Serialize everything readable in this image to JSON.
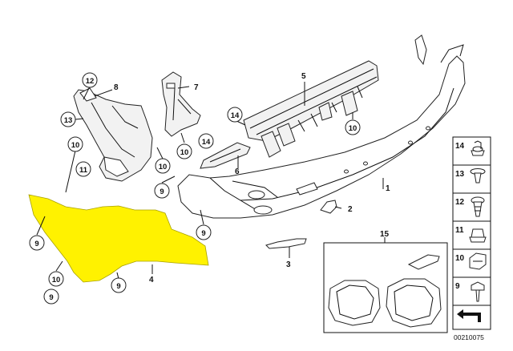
{
  "diagram": {
    "highlight_color": "#fff200",
    "line_color": "#111111",
    "plain_labels": [
      {
        "key": "l1",
        "text": "1"
      },
      {
        "key": "l2",
        "text": "2"
      },
      {
        "key": "l3",
        "text": "3"
      },
      {
        "key": "l4",
        "text": "4"
      },
      {
        "key": "l5",
        "text": "5"
      },
      {
        "key": "l6",
        "text": "6"
      },
      {
        "key": "l7",
        "text": "7"
      },
      {
        "key": "l8",
        "text": "8"
      },
      {
        "key": "l15",
        "text": "15"
      }
    ],
    "bubbles": [
      {
        "key": "b12",
        "text": "12"
      },
      {
        "key": "b13",
        "text": "13"
      },
      {
        "key": "b10a",
        "text": "10"
      },
      {
        "key": "b11",
        "text": "11"
      },
      {
        "key": "b10b",
        "text": "10"
      },
      {
        "key": "b14a",
        "text": "14"
      },
      {
        "key": "b10c",
        "text": "10"
      },
      {
        "key": "b14b",
        "text": "14"
      },
      {
        "key": "b10d",
        "text": "10"
      },
      {
        "key": "b9a",
        "text": "9"
      },
      {
        "key": "b9b",
        "text": "9"
      },
      {
        "key": "b9c",
        "text": "9"
      },
      {
        "key": "b10e",
        "text": "10"
      },
      {
        "key": "b9d",
        "text": "9"
      },
      {
        "key": "b9e",
        "text": "9"
      }
    ],
    "legend": {
      "items": [
        "14",
        "13",
        "12",
        "11",
        "10",
        "9"
      ]
    },
    "catalog_number": "00210075"
  }
}
